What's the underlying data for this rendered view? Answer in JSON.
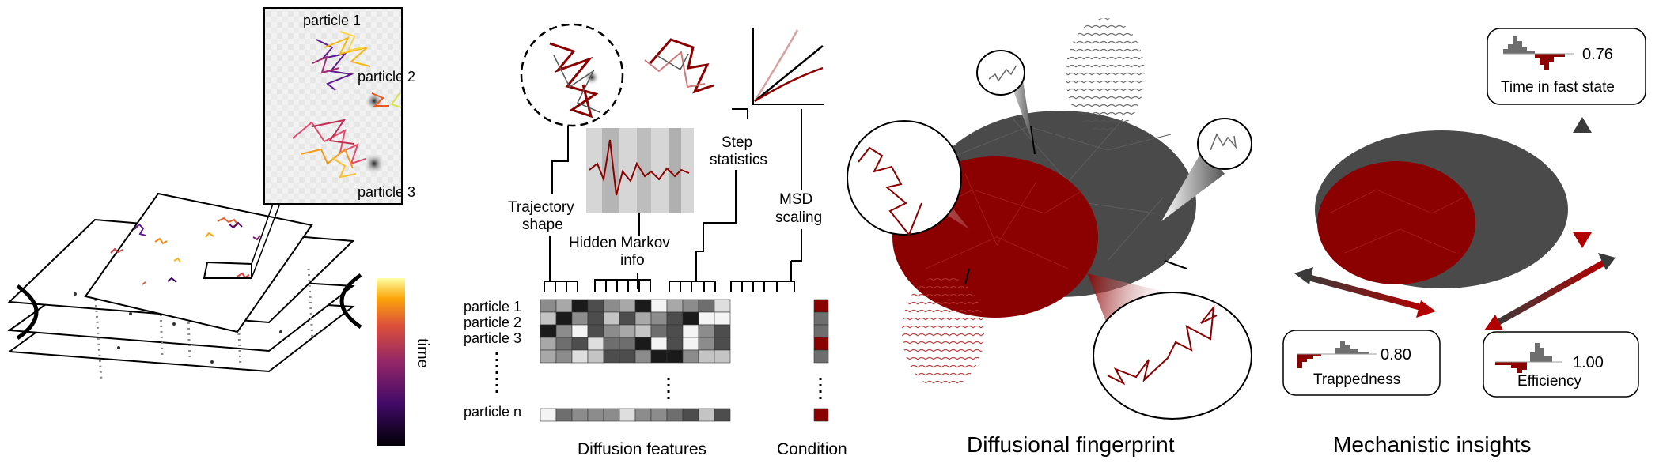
{
  "panel1": {
    "inset_labels": [
      "particle 1",
      "particle 2",
      "particle 3"
    ],
    "colorbar_label": "time"
  },
  "panel2": {
    "feature_group_labels": {
      "trajectory_shape": [
        "Trajectory",
        "shape"
      ],
      "hidden_markov": [
        "Hidden Markov",
        "info"
      ],
      "step_statistics": [
        "Step",
        "statistics"
      ],
      "msd_scaling": [
        "MSD",
        "scaling"
      ]
    },
    "row_labels": [
      "particle 1",
      "particle 2",
      "particle 3"
    ],
    "last_row_label": "particle n",
    "xlabel_features": "Diffusion features",
    "xlabel_condition": "Condition"
  },
  "panel3": {
    "title": "Diffusional fingerprint"
  },
  "panel4": {
    "title": "Mechanistic insights",
    "cards": [
      {
        "label": "Time in fast state",
        "value": "0.76"
      },
      {
        "label": "Trappedness",
        "value": "0.80"
      },
      {
        "label": "Efficiency",
        "value": "1.00"
      }
    ]
  },
  "colors": {
    "dark_red": "#8b0000",
    "gray": "#6e6e6e",
    "dark_gray": "#3a3a3a"
  }
}
